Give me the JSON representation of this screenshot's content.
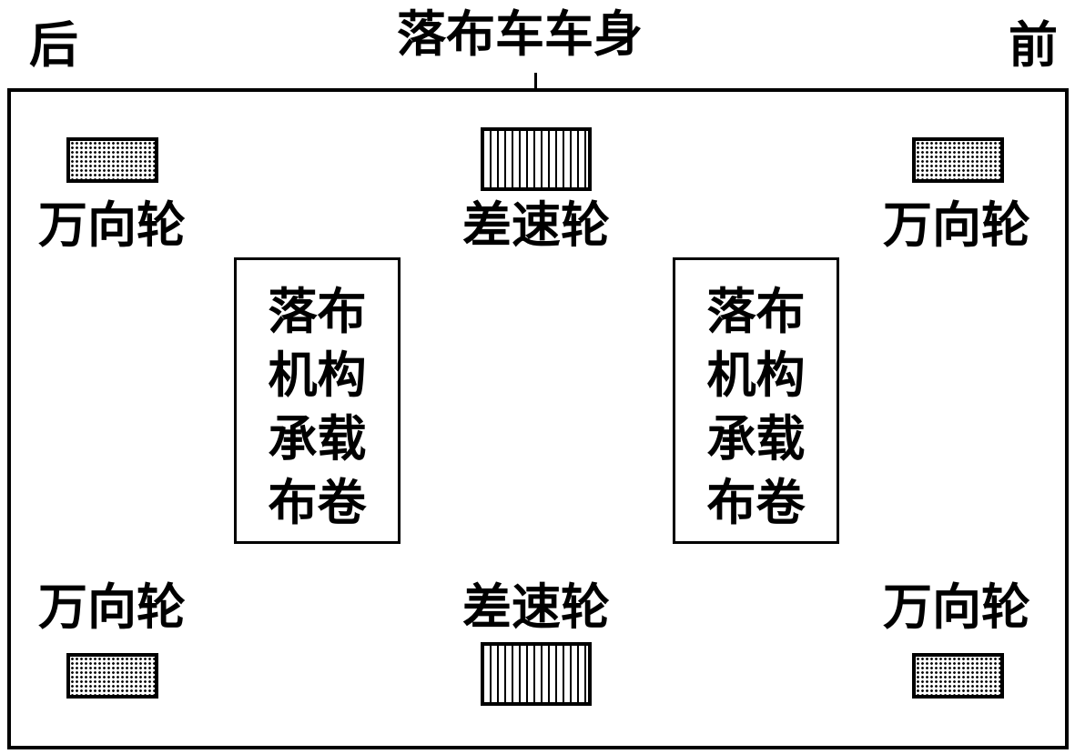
{
  "title": "落布车车身",
  "rear": "后",
  "front": "前",
  "caster_label": "万向轮",
  "diff_label": "差速轮",
  "roll_box": {
    "lines": [
      "落布",
      "机构",
      "承载",
      "布卷"
    ]
  }
}
